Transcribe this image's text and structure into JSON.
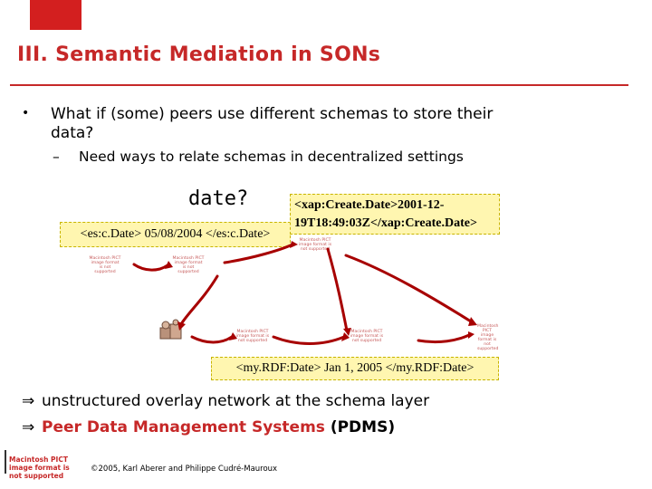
{
  "slide": {
    "title": "III. Semantic Mediation in SONs",
    "bullet1": {
      "marker": "•",
      "line1": "What if (some) peers use different schemas to store their",
      "line2": "data?"
    },
    "sub_bullet": {
      "marker": "–",
      "text": "Need ways to relate schemas in decentralized settings"
    },
    "diagram": {
      "question_label": "date?",
      "es_date": "<es:c.Date> 05/08/2004 </es:c.Date>",
      "xap_date_line1": "<xap:Create.Date>2001-12-",
      "xap_date_line2": "19T18:49:03Z</xap:Create.Date>",
      "myrdf_date": "<my.RDF:Date> Jan 1, 2005 </my.RDF:Date>",
      "placeholder_text": "Macintosh PICT image format is not supported"
    },
    "conclusion1": {
      "symbol": "⇒",
      "text": "unstructured overlay network at the schema layer"
    },
    "conclusion2": {
      "symbol": "⇒",
      "text_red": "Peer Data Management Systems",
      "text_black": " (PDMS)"
    },
    "footer": {
      "copyright": "©2005, Karl Aberer and Philippe Cudré-Mauroux"
    },
    "logo_text": "Macintosh PICT image format is not supported"
  }
}
